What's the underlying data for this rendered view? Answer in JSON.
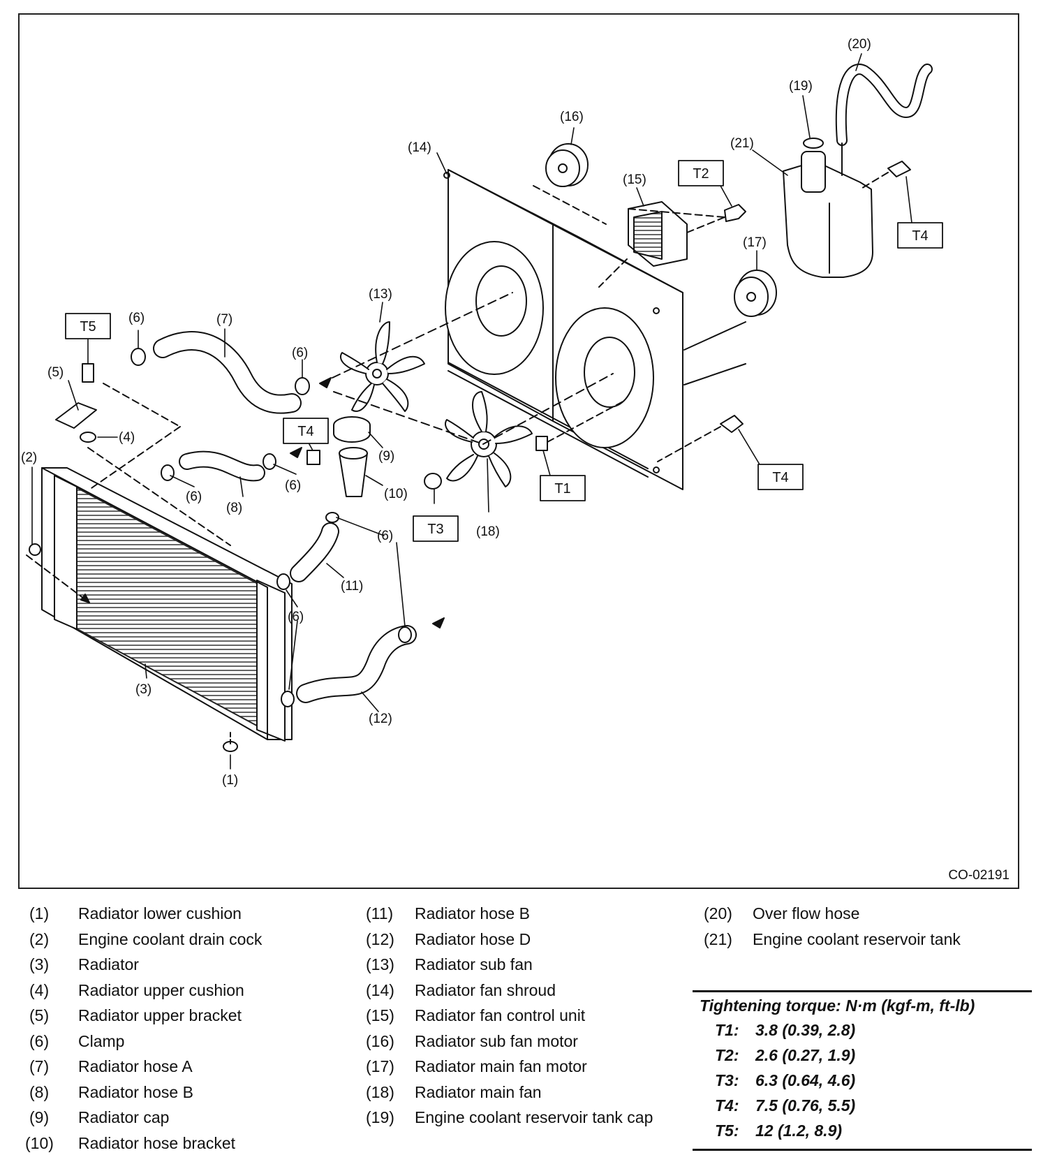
{
  "figure": {
    "code": "CO-02191",
    "callouts": {
      "c1": "(1)",
      "c2": "(2)",
      "c3": "(3)",
      "c4": "(4)",
      "c5": "(5)",
      "c6": "(6)",
      "c7": "(7)",
      "c8": "(8)",
      "c9": "(9)",
      "c10": "(10)",
      "c11": "(11)",
      "c12": "(12)",
      "c13": "(13)",
      "c14": "(14)",
      "c15": "(15)",
      "c16": "(16)",
      "c17": "(17)",
      "c18": "(18)",
      "c19": "(19)",
      "c20": "(20)",
      "c21": "(21)"
    },
    "torque_boxes": {
      "t1": "T1",
      "t2": "T2",
      "t3": "T3",
      "t4": "T4",
      "t5": "T5"
    }
  },
  "legend": {
    "col1": [
      {
        "num": "(1)",
        "label": "Radiator lower cushion"
      },
      {
        "num": "(2)",
        "label": "Engine coolant drain cock"
      },
      {
        "num": "(3)",
        "label": "Radiator"
      },
      {
        "num": "(4)",
        "label": "Radiator upper cushion"
      },
      {
        "num": "(5)",
        "label": "Radiator upper bracket"
      },
      {
        "num": "(6)",
        "label": "Clamp"
      },
      {
        "num": "(7)",
        "label": "Radiator hose A"
      },
      {
        "num": "(8)",
        "label": "Radiator hose B"
      },
      {
        "num": "(9)",
        "label": "Radiator cap"
      },
      {
        "num": "(10)",
        "label": "Radiator hose bracket"
      }
    ],
    "col2": [
      {
        "num": "(11)",
        "label": "Radiator hose B"
      },
      {
        "num": "(12)",
        "label": "Radiator hose D"
      },
      {
        "num": "(13)",
        "label": "Radiator sub fan"
      },
      {
        "num": "(14)",
        "label": "Radiator fan shroud"
      },
      {
        "num": "(15)",
        "label": "Radiator fan control unit"
      },
      {
        "num": "(16)",
        "label": "Radiator sub fan motor"
      },
      {
        "num": "(17)",
        "label": "Radiator main fan motor"
      },
      {
        "num": "(18)",
        "label": "Radiator main fan"
      },
      {
        "num": "(19)",
        "label": "Engine coolant reservoir tank cap"
      }
    ],
    "col3": [
      {
        "num": "(20)",
        "label": "Over flow hose"
      },
      {
        "num": "(21)",
        "label": "Engine coolant reservoir tank"
      }
    ]
  },
  "torque": {
    "heading": "Tightening torque: N·m (kgf-m, ft-lb)",
    "rows": [
      {
        "key": "T1:",
        "value": "3.8 (0.39, 2.8)"
      },
      {
        "key": "T2:",
        "value": "2.6 (0.27, 1.9)"
      },
      {
        "key": "T3:",
        "value": "6.3 (0.64, 4.6)"
      },
      {
        "key": "T4:",
        "value": "7.5 (0.76, 5.5)"
      },
      {
        "key": "T5:",
        "value": "12 (1.2, 8.9)"
      }
    ]
  }
}
